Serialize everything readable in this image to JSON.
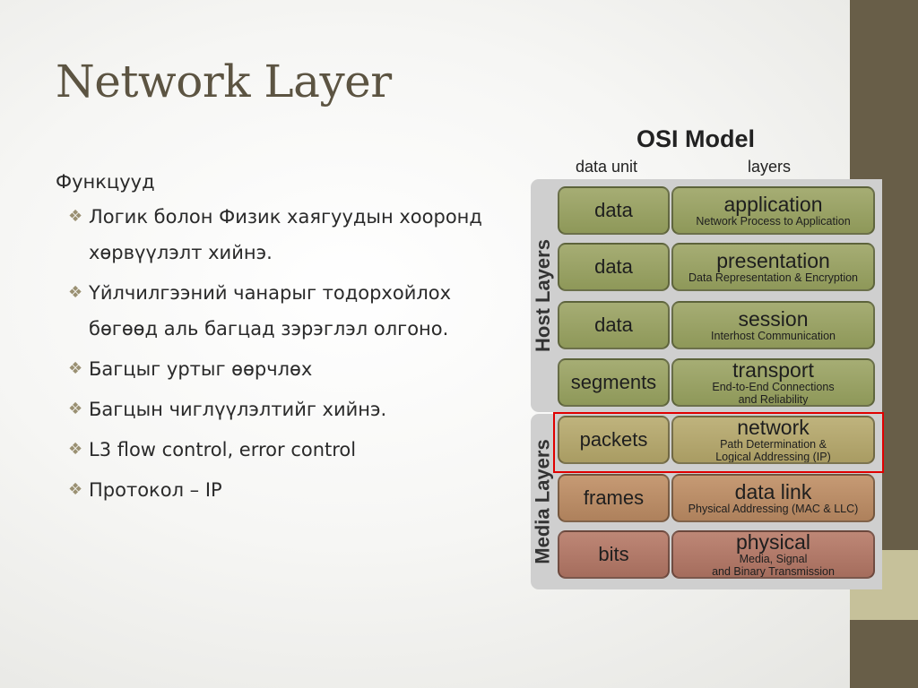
{
  "slide": {
    "title": "Network Layer",
    "subheading": "Функцууд",
    "bullet_glyph": "❖",
    "bullets": [
      "Логик болон Физик хаягуудын хооронд хөрвүүлэлт хийнэ.",
      "Үйлчилгээний чанарыг тодорхойлох бөгөөд аль багцад зэрэглэл олгоно.",
      "Багцыг уртыг өөрчлөх",
      "Багцын чиглүүлэлтийг хийнэ.",
      "L3 flow control, error control",
      "Протокол – IP"
    ]
  },
  "osi_figure": {
    "title": "OSI Model",
    "data_unit_header": "data unit",
    "layers_header": "layers",
    "host_group_label": "Host Layers",
    "media_group_label": "Media Layers",
    "highlighted_layer": "network",
    "highlight_color": "#e00000",
    "rows": [
      {
        "data_unit": "data",
        "layer": "application",
        "desc1": "Network Process to Application",
        "desc2": "",
        "color": "#9aa166"
      },
      {
        "data_unit": "data",
        "layer": "presentation",
        "desc1": "Data Representation & Encryption",
        "desc2": "",
        "color": "#9aa166"
      },
      {
        "data_unit": "data",
        "layer": "session",
        "desc1": "Interhost Communication",
        "desc2": "",
        "color": "#9aa166"
      },
      {
        "data_unit": "segments",
        "layer": "transport",
        "desc1": "End-to-End Connections",
        "desc2": "and Reliability",
        "color": "#9aa166"
      },
      {
        "data_unit": "packets",
        "layer": "network",
        "desc1": "Path Determination &",
        "desc2": "Logical Addressing (IP)",
        "color": "#b5a870"
      },
      {
        "data_unit": "frames",
        "layer": "data link",
        "desc1": "Physical Addressing (MAC & LLC)",
        "desc2": "",
        "color": "#ba8e68"
      },
      {
        "data_unit": "bits",
        "layer": "physical",
        "desc1": "Media, Signal",
        "desc2": "and Binary Transmission",
        "color": "#b37a6a"
      }
    ]
  }
}
